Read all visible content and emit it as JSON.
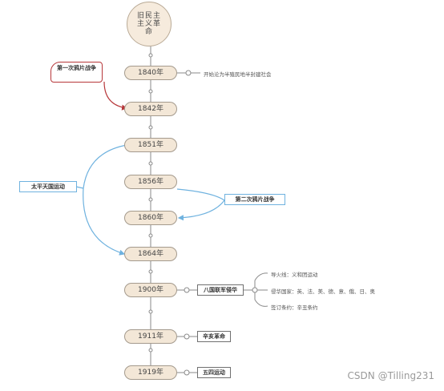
{
  "root": {
    "label": "旧民主主义革命"
  },
  "years": [
    {
      "label": "1840年"
    },
    {
      "label": "1842年"
    },
    {
      "label": "1851年"
    },
    {
      "label": "1856年"
    },
    {
      "label": "1860年"
    },
    {
      "label": "1864年"
    },
    {
      "label": "1900年"
    },
    {
      "label": "1911年"
    },
    {
      "label": "1919年"
    }
  ],
  "callouts": {
    "opium_war_1": "第一次鸦片战争",
    "taiping": "太平天国运动",
    "opium_war_2": "第二次鸦片战争"
  },
  "notes": {
    "y1840": "开始沦为半殖民地半封建社会",
    "y1900_box": "八国联军侵华",
    "y1900_details": [
      "导火线：义和团运动",
      "侵华国家：英、法、美、德、意、俄、日、奥",
      "签订条约：辛丑条约"
    ],
    "y1911_box": "辛亥革命",
    "y1919_box": "五四运动"
  },
  "colors": {
    "node_fill": "#f3e7d7",
    "node_border": "#a49a8d",
    "red_callout": "#b7373a",
    "blue_link": "#6fb2df"
  },
  "watermark": "CSDN @Tilling231"
}
